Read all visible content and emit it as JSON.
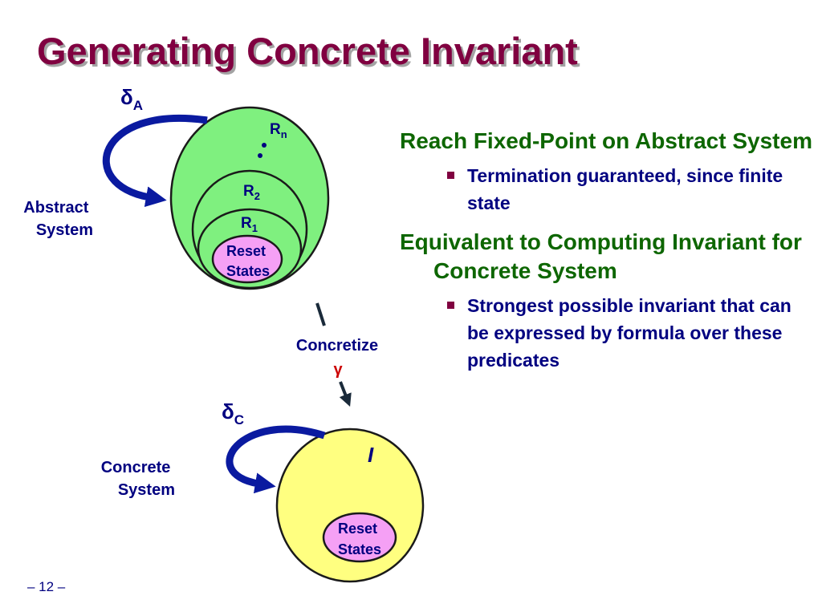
{
  "slide": {
    "title": "Generating Concrete Invariant",
    "page_number": "– 12 –"
  },
  "diagram": {
    "abstract_label": [
      "Abstract",
      "System"
    ],
    "concrete_label": [
      "Concrete",
      "System"
    ],
    "delta_a": {
      "symbol": "δ",
      "subscript": "A"
    },
    "delta_c": {
      "symbol": "δ",
      "subscript": "C"
    },
    "region_rn": {
      "letter": "R",
      "subscript": "n"
    },
    "region_r2": {
      "letter": "R",
      "subscript": "2"
    },
    "region_r1": {
      "letter": "R",
      "subscript": "1"
    },
    "reset_abstract": [
      "Reset",
      "States"
    ],
    "reset_concrete": [
      "Reset",
      "States"
    ],
    "concretize_label": "Concretize",
    "gamma_symbol": "γ",
    "invariant_label": "I"
  },
  "bullets": [
    {
      "text": "Reach Fixed-Point on Abstract System",
      "subs": [
        "Termination guaranteed, since finite state"
      ]
    },
    {
      "text": "Equivalent to Computing Invariant for Concrete System",
      "subs": [
        "Strongest possible invariant that can be expressed by formula over these predicates"
      ]
    }
  ],
  "colors": {
    "title": "#800040",
    "bullet_primary": "#0d6600",
    "bullet_secondary": "#000080",
    "abstract_fill": "#7ff07f",
    "concrete_fill": "#ffff80",
    "reset_fill": "#f5a0f5",
    "arrow": "#0a1aa0",
    "gamma": "#cc0000"
  }
}
